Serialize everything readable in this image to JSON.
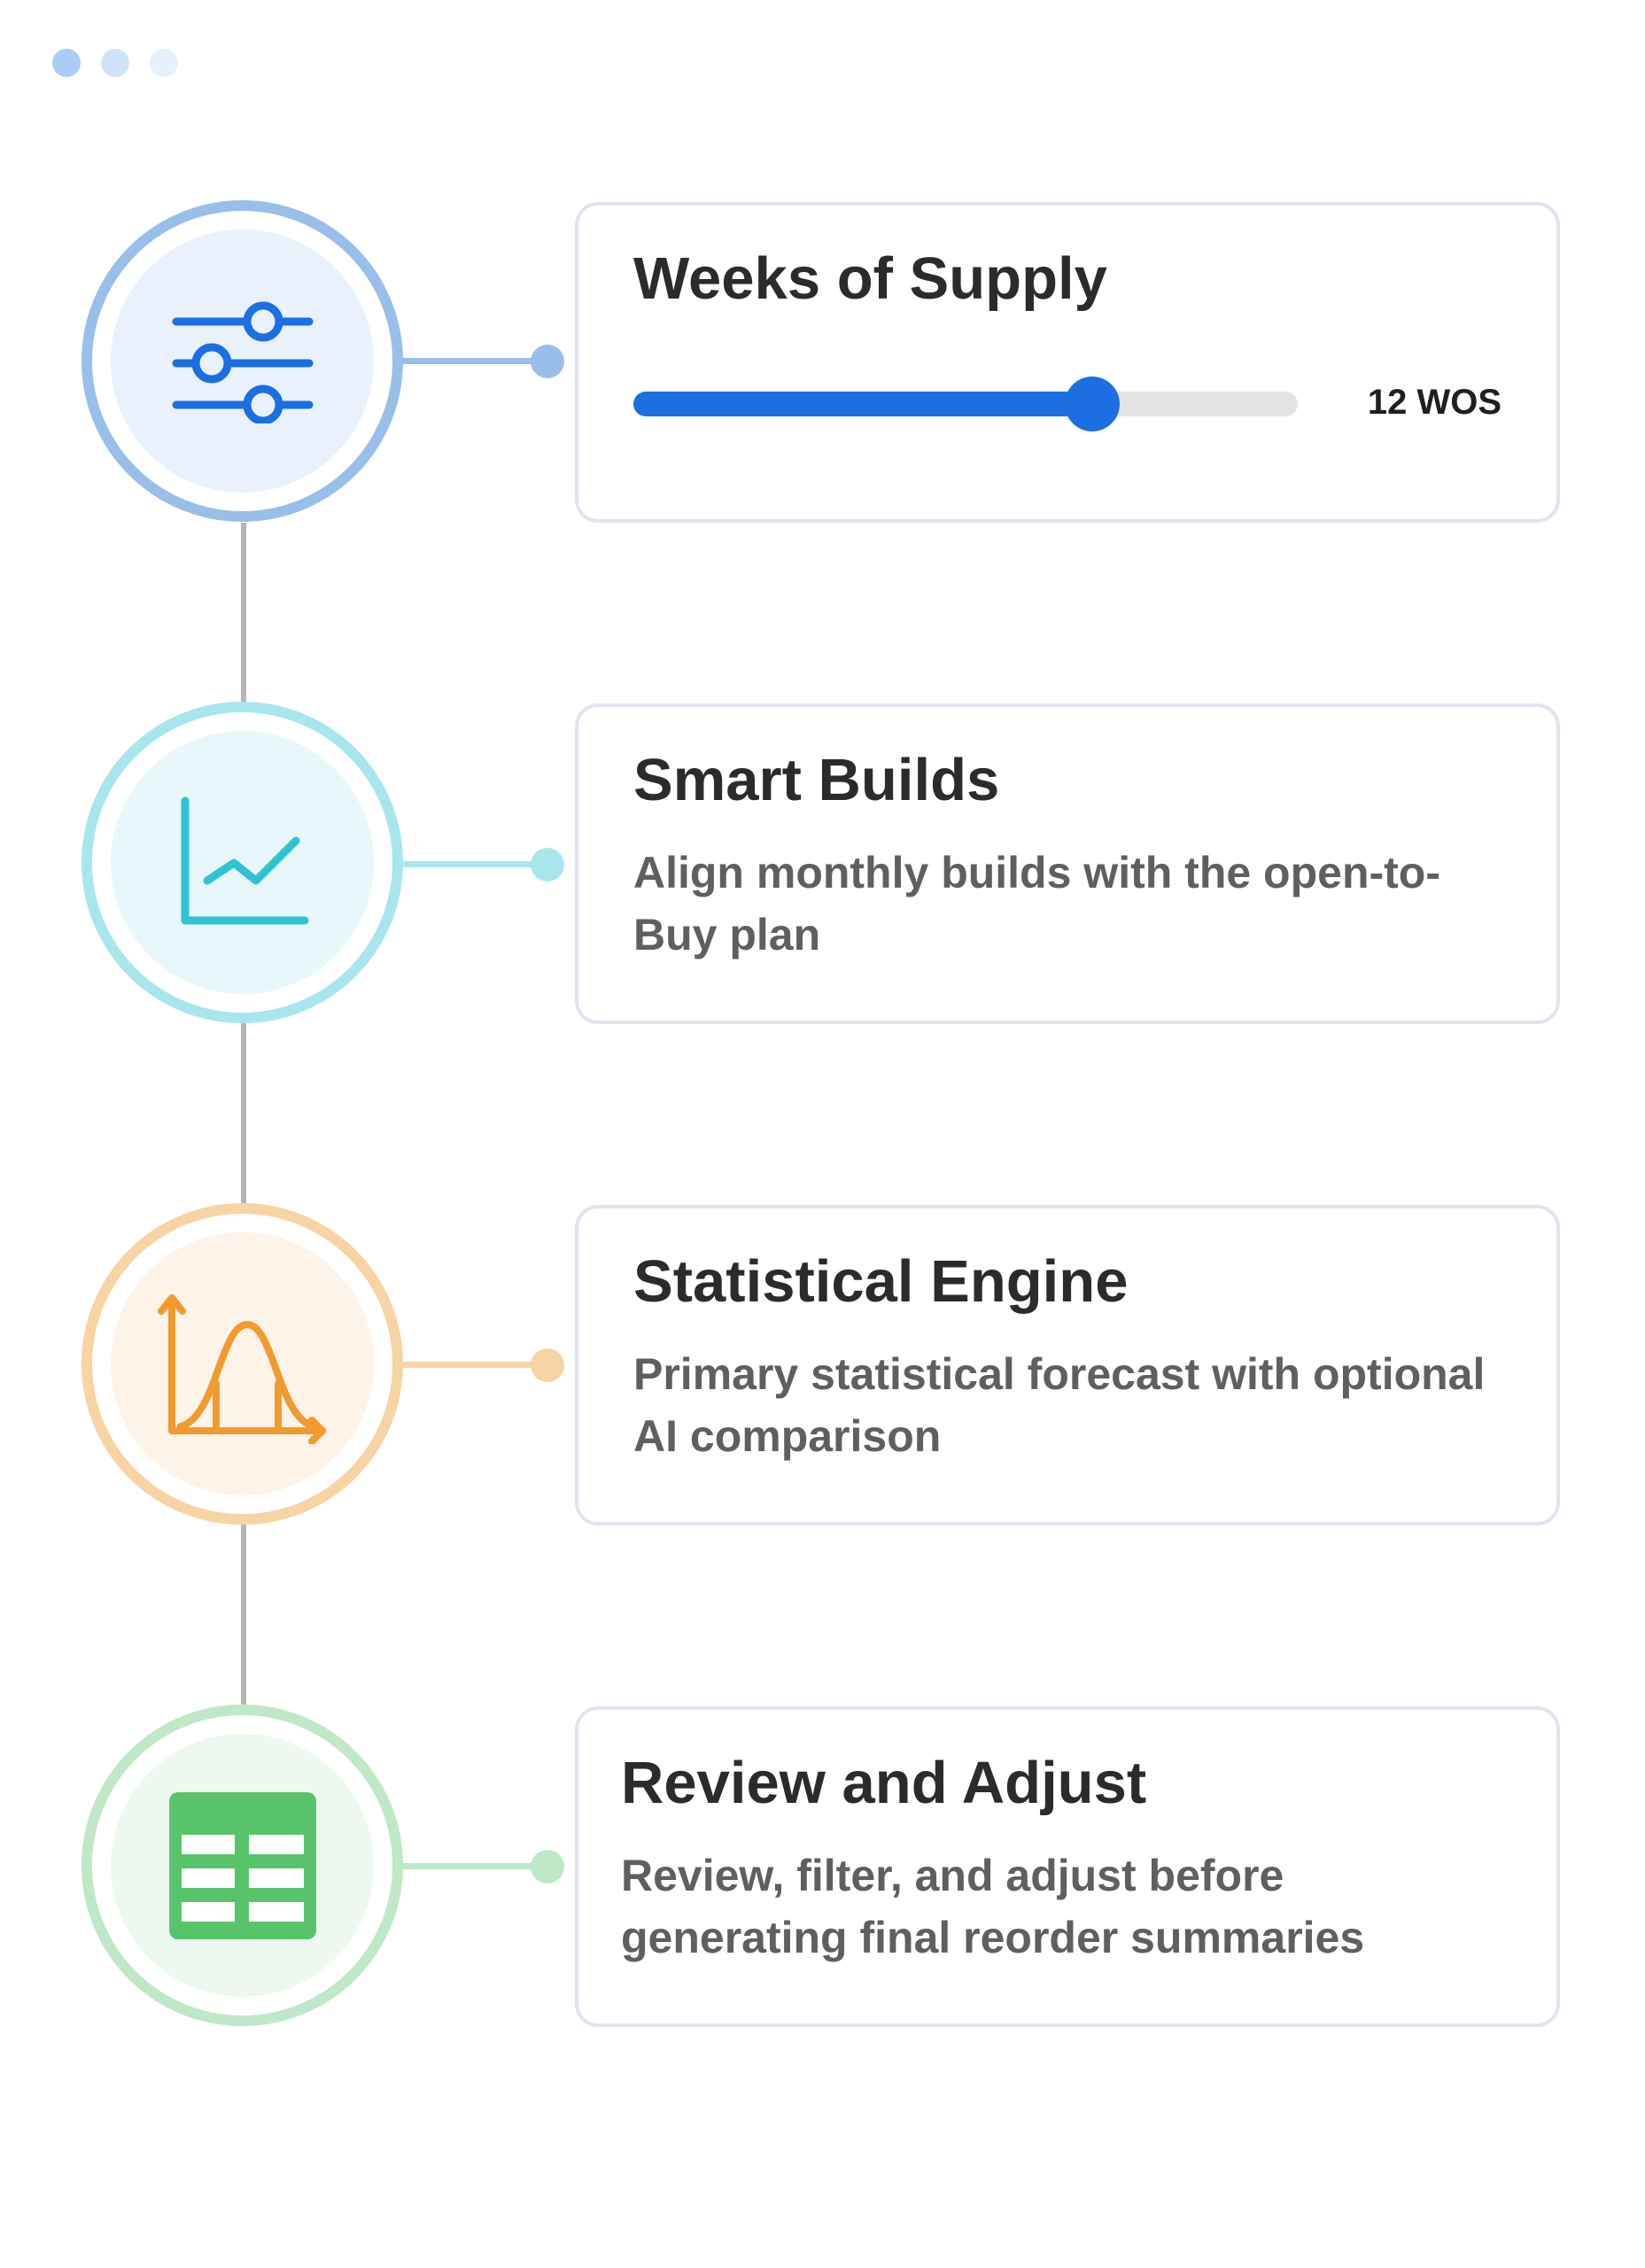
{
  "window": {
    "dots": [
      "window-dot",
      "window-dot",
      "window-dot"
    ]
  },
  "steps": [
    {
      "icon": "sliders-icon",
      "title": "Weeks of Supply",
      "slider": {
        "value_label": "12 WOS",
        "fill_fraction": 0.69
      },
      "accent": "#98bfe9"
    },
    {
      "icon": "line-chart-icon",
      "title": "Smart Builds",
      "description": "Align monthly builds with the open-to-Buy plan",
      "accent": "#a8e6ee"
    },
    {
      "icon": "bell-curve-icon",
      "title": "Statistical Engine",
      "description": "Primary statistical forecast with optional AI comparison",
      "accent": "#f8d3a3"
    },
    {
      "icon": "table-icon",
      "title": "Review and Adjust",
      "description": "Review, filter, and adjust before generating final reorder summaries",
      "accent": "#bfe8c6"
    }
  ],
  "colors": {
    "slider_fill": "#1b6fe3",
    "slider_track": "#e3e3e3",
    "card_border": "#dfe4ef",
    "timeline": "#b5b5b5"
  }
}
